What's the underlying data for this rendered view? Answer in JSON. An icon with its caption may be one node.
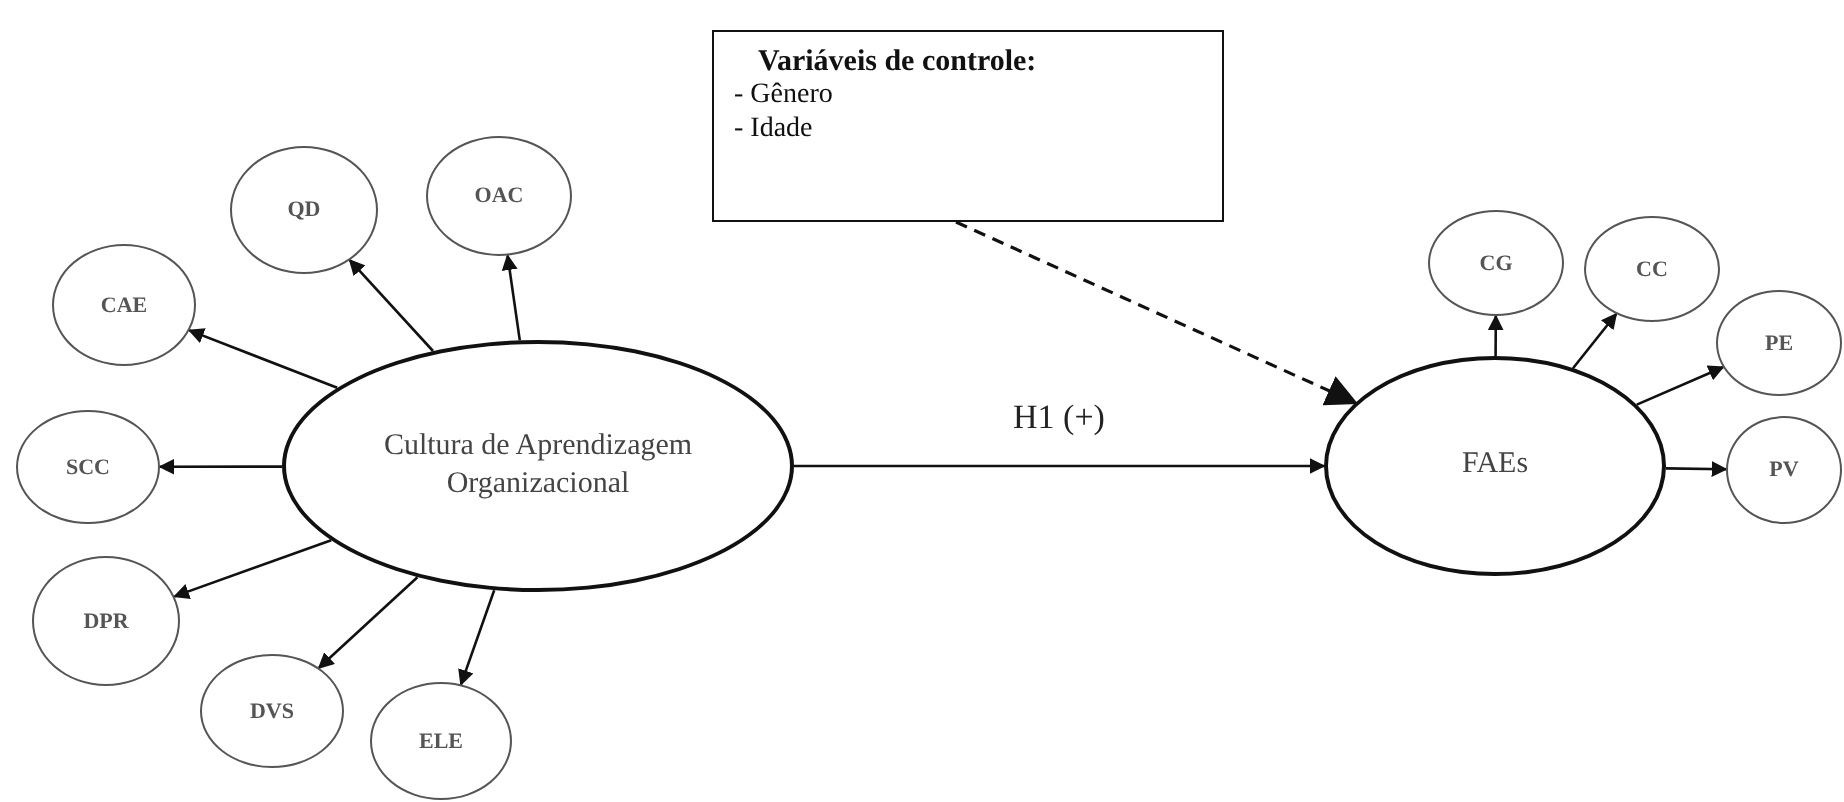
{
  "diagram": {
    "nodes": [
      {
        "text": [
          "Variáveis de controle:",
          "- Gênero",
          "- Idade"
        ]
      },
      {
        "text": [
          "CAE"
        ]
      },
      {
        "text": [
          "QD"
        ]
      },
      {
        "text": [
          "OAC"
        ]
      },
      {
        "text": [
          "Cultura de Aprendizagem Organizacional"
        ]
      },
      {
        "text": [
          "SCC"
        ]
      },
      {
        "text": [
          "DPR"
        ]
      },
      {
        "text": [
          "DVS"
        ]
      },
      {
        "text": [
          "ELE"
        ]
      },
      {
        "text": [
          "FAEs"
        ]
      },
      {
        "text": [
          "CG"
        ]
      },
      {
        "text": [
          "CC"
        ]
      },
      {
        "text": [
          "PE"
        ]
      },
      {
        "text": [
          "PV"
        ]
      }
    ],
    "edges": [
      {
        "from": 4,
        "to": 1,
        "arrow": "to"
      },
      {
        "from": 4,
        "to": 2,
        "arrow": "to"
      },
      {
        "from": 4,
        "to": 3,
        "arrow": "to"
      },
      {
        "from": 4,
        "to": 5,
        "arrow": "to"
      },
      {
        "from": 4,
        "to": 6,
        "arrow": "to"
      },
      {
        "from": 4,
        "to": 7,
        "arrow": "to"
      },
      {
        "from": 4,
        "to": 8,
        "arrow": "to"
      },
      {
        "from": 4,
        "to": 9,
        "arrow": "to",
        "label": "H1 (+)"
      },
      {
        "from": 0,
        "to": 9,
        "arrow": "to",
        "style": "dashed"
      },
      {
        "from": 9,
        "to": 10,
        "arrow": "to"
      },
      {
        "from": 9,
        "to": 11,
        "arrow": "to"
      },
      {
        "from": 9,
        "to": 12,
        "arrow": "to"
      },
      {
        "from": 9,
        "to": 13,
        "arrow": "to"
      }
    ]
  }
}
